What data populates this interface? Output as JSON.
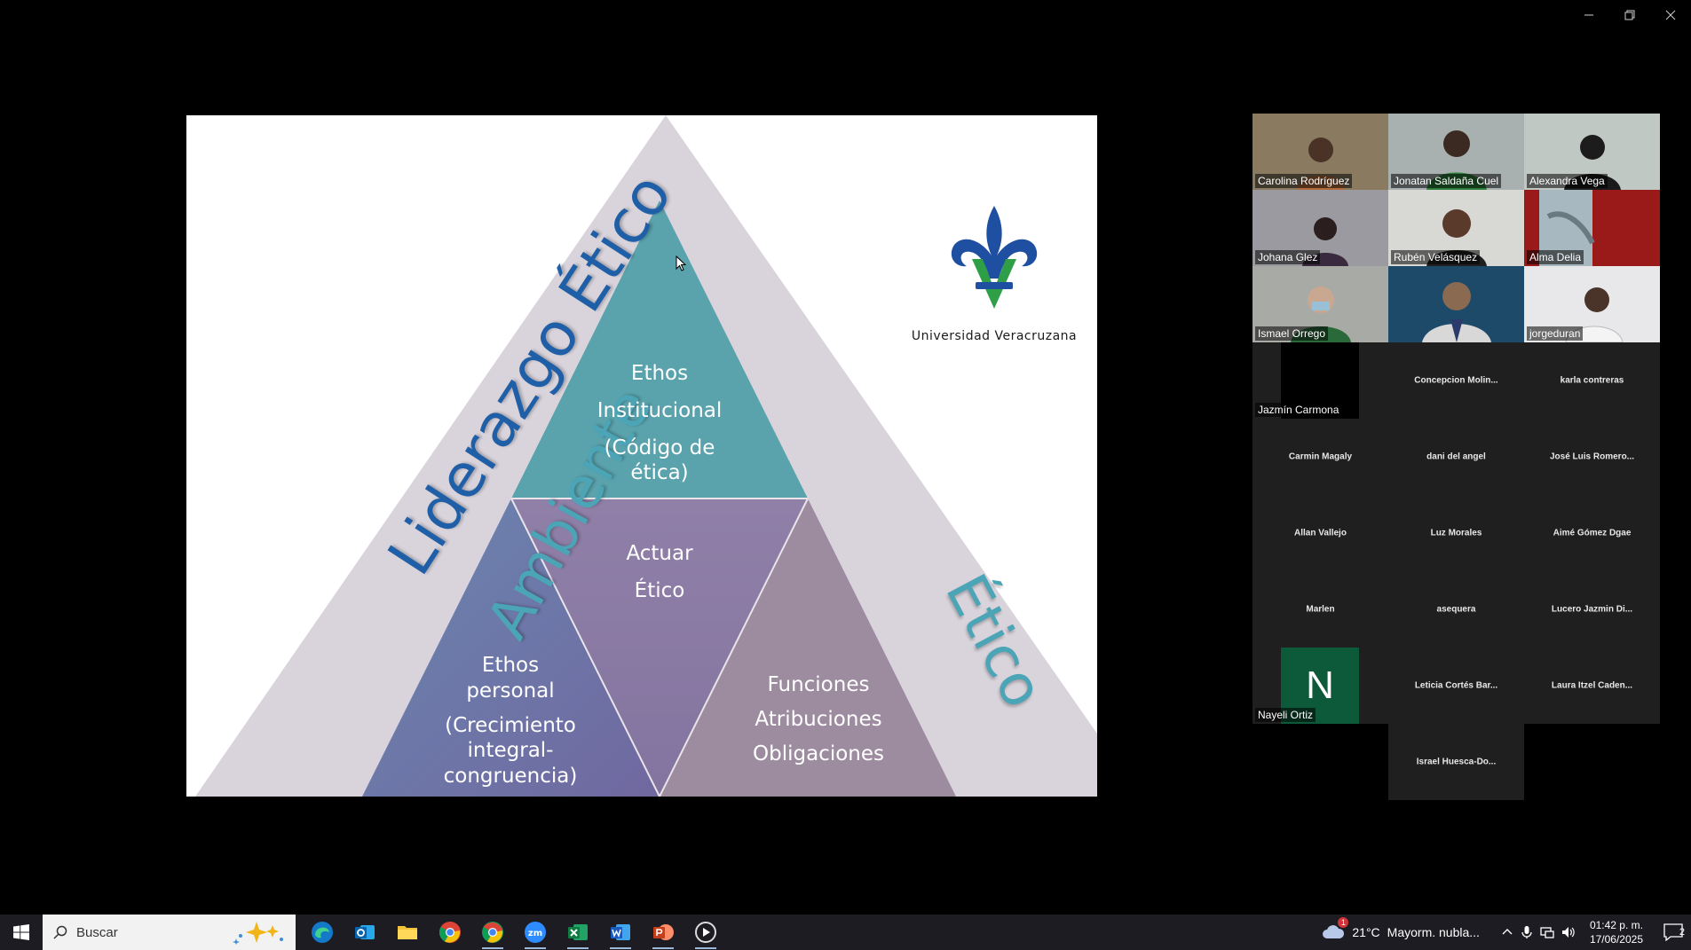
{
  "window": {
    "minimize": "minimize",
    "restore": "restore",
    "close": "close"
  },
  "slide": {
    "outer_left_label": "Liderazgo Ético",
    "inner_left_label": "Ambiente",
    "inner_right_label": "Ético",
    "top_triangle": [
      "Ethos",
      "Institucional",
      "(Código de",
      "ética)"
    ],
    "center_triangle": [
      "Actuar",
      "Ético"
    ],
    "left_triangle": [
      "Ethos",
      "personal",
      "(Crecimiento",
      "integral-",
      "congruencia)"
    ],
    "right_triangle": [
      "Funciones",
      "Atribuciones",
      "Obligaciones"
    ],
    "logo_text": "Universidad Veracruzana",
    "colors": {
      "outer": "#d9d4dc",
      "teal": "#5aa3ad",
      "purple": "#8a7ea6",
      "mauve": "#9d8c9f",
      "indigo": "#6e76a8",
      "blue_text": "#1f5fa8",
      "teal_text": "#4ba5b6"
    }
  },
  "participants": [
    {
      "name": "Carolina Rodríguez",
      "video": true
    },
    {
      "name": "Jonatan Saldaña Cuel",
      "video": true
    },
    {
      "name": "Alexandra Vega",
      "video": true
    },
    {
      "name": "Johana Glez",
      "video": true
    },
    {
      "name": "Rubén Velásquez",
      "video": true
    },
    {
      "name": "Alma Delia",
      "video": true
    },
    {
      "name": "Ismael Orrego",
      "video": true
    },
    {
      "name": "",
      "video": true
    },
    {
      "name": "jorgeduran",
      "video": true
    },
    {
      "name": "Jazmín Carmona",
      "video": false,
      "box": true
    },
    {
      "name": "Concepcion Molin...",
      "video": false
    },
    {
      "name": "karla contreras",
      "video": false
    },
    {
      "name": "Carmin Magaly",
      "video": false
    },
    {
      "name": "dani del angel",
      "video": false
    },
    {
      "name": "José Luis Romero...",
      "video": false
    },
    {
      "name": "Allan Vallejo",
      "video": false
    },
    {
      "name": "Luz Morales",
      "video": false
    },
    {
      "name": "Aimé Gómez Dgae",
      "video": false
    },
    {
      "name": "Marlen",
      "video": false
    },
    {
      "name": "asequera",
      "video": false
    },
    {
      "name": "Lucero Jazmin Di...",
      "video": false
    },
    {
      "name": "Nayeli Ortiz",
      "video": false,
      "avatar": "N"
    },
    {
      "name": "Leticia Cortés Bar...",
      "video": false
    },
    {
      "name": "Laura Itzel Caden...",
      "video": false
    },
    {
      "name": "Israel Huesca-Do...",
      "video": false
    }
  ],
  "taskbar": {
    "search_placeholder": "Buscar",
    "apps": [
      "edge-icon",
      "outlook-icon",
      "file-explorer-icon",
      "chrome-icon",
      "chrome-profile-icon",
      "zoom-icon",
      "excel-icon",
      "word-icon",
      "powerpoint-icon",
      "media-player-icon"
    ],
    "weather_temp": "21°C",
    "weather_desc": "Mayorm. nubla...",
    "weather_badge": "1",
    "time": "01:42 p. m.",
    "date": "17/06/2025",
    "notifications": "2"
  }
}
